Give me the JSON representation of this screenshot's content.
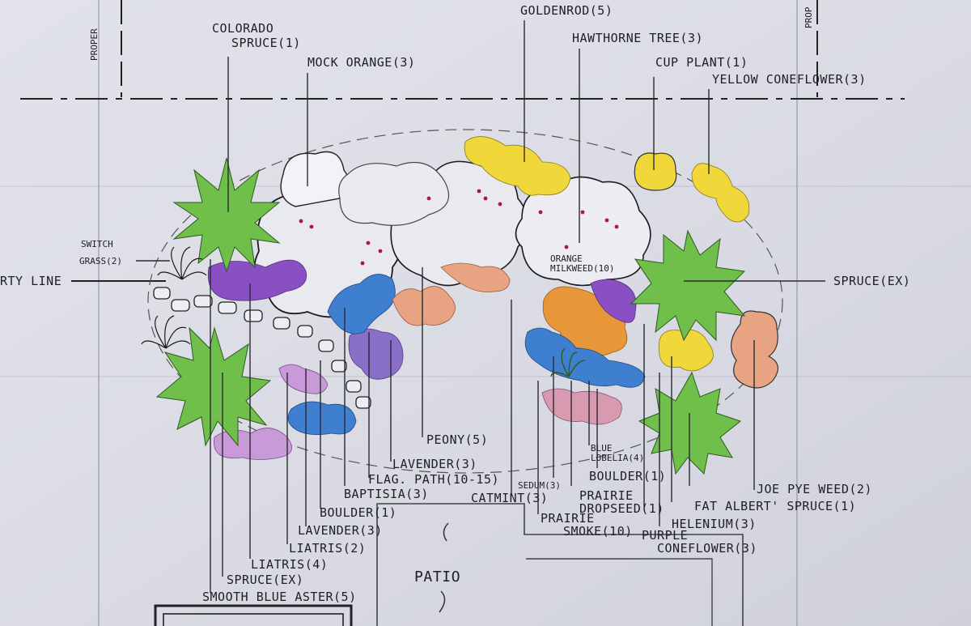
{
  "labels": {
    "property_left": "PROPER",
    "property_right": "PROP",
    "property_line": "RTY LINE",
    "colorado_spruce": [
      "COLORADO",
      "SPRUCE(1)"
    ],
    "mock_orange": "MOCK ORANGE(3)",
    "goldenrod": "GOLDENROD(5)",
    "hawthorne_tree": "HAWTHORNE TREE(3)",
    "cup_plant": "CUP PLANT(1)",
    "yellow_coneflower": "YELLOW CONEFLOWER(3)",
    "switch_grass": [
      "SWITCH",
      "GRASS(2)"
    ],
    "spruce_ex_right": "SPRUCE(EX)",
    "orange_milkweed": [
      "ORANGE",
      "MILKWEED(10)"
    ],
    "peony": "PEONY(5)",
    "lavender_3a": "LAVENDER(3)",
    "flag_path": "FLAG. PATH(10-15)",
    "baptisia": "BAPTISIA(3)",
    "boulder_1a": "BOULDER(1)",
    "lavender_3b": "LAVENDER(3)",
    "liatris_2": "LIATRIS(2)",
    "liatris_4": "LIATRIS(4)",
    "spruce_ex_left": "SPRUCE(EX)",
    "smooth_blue_aster": "SMOOTH BLUE ASTER(5)",
    "catmint": "CATMINT(3)",
    "sedum": "SEDUM(3)",
    "blue_lobelia": [
      "BLUE",
      "LOBELIA(4)"
    ],
    "boulder_1b": "BOULDER(1)",
    "prairie_dropseed": [
      "PRAIRIE",
      "DROPSEED(1)"
    ],
    "prairie_smoke": [
      "PRAIRIE",
      "SMOKE(10)"
    ],
    "purple_coneflower": [
      "PURPLE",
      "CONEFLOWER(3)"
    ],
    "helenium": "HELENIUM(3)",
    "fat_albert": "FAT ALBERT' SPRUCE(1)",
    "joe_pye_weed": "JOE PYE WEED(2)",
    "patio": "PATIO"
  },
  "colors": {
    "paper": "#dcdde6",
    "pencil": "#222228",
    "spruce_green": "#6fbf4a",
    "yellow": "#f0d83a",
    "orange": "#e8963a",
    "blue": "#3f7fd0",
    "purple": "#8a4fc2",
    "pink": "#d89ab0",
    "peach": "#e8a383",
    "berry": "#b0183a"
  }
}
